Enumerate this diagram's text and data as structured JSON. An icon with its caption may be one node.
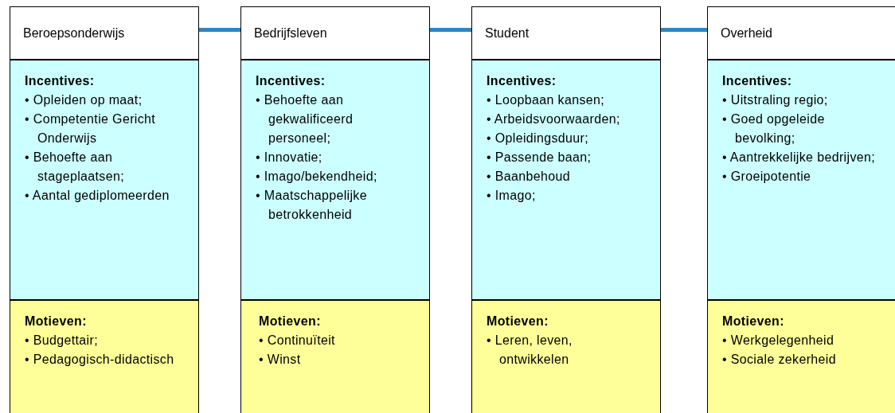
{
  "diagram": {
    "nodes": [
      {
        "text": [
          "Beroepsonderwijs"
        ]
      },
      {
        "text": [
          "Incentives:",
          "• Opleiden op maat;",
          "• Competentie Gericht Onderwijs",
          "• Behoefte aan stageplaatsen;",
          "• Aantal gediplomeerden"
        ]
      },
      {
        "text": [
          "Motieven:",
          "• Budgettair;",
          "• Pedagogisch-didactisch"
        ]
      },
      {
        "text": [
          "Bedrijfsleven"
        ]
      },
      {
        "text": [
          "Incentives:",
          "• Behoefte aan gekwalificeerd personeel;",
          "• Innovatie;",
          "• Imago/bekendheid;",
          "• Maatschappelijke betrokkenheid"
        ]
      },
      {
        "text": [
          "Motieven:",
          "• Continuïteit",
          "• Winst"
        ]
      },
      {
        "text": [
          "Student"
        ]
      },
      {
        "text": [
          "Incentives:",
          "• Loopbaan kansen;",
          "• Arbeidsvoorwaarden;",
          "• Opleidingsduur;",
          "• Passende baan;",
          "• Baanbehoud",
          "• Imago;"
        ]
      },
      {
        "text": [
          "Motieven:",
          "• Leren, leven, ontwikkelen"
        ]
      },
      {
        "text": [
          "Overheid"
        ]
      },
      {
        "text": [
          "Incentives:",
          "• Uitstraling regio;",
          "• Goed opgeleide bevolking;",
          "• Aantrekkelijke bedrijven;",
          "• Groeipotentie"
        ]
      },
      {
        "text": [
          "Motieven:",
          "• Werkgelegenheid",
          "• Sociale zekerheid"
        ]
      }
    ],
    "edges": [
      {
        "from": 0,
        "to": 3,
        "arrow": "none"
      },
      {
        "from": 3,
        "to": 6,
        "arrow": "none"
      },
      {
        "from": 6,
        "to": 9,
        "arrow": "none"
      }
    ]
  }
}
